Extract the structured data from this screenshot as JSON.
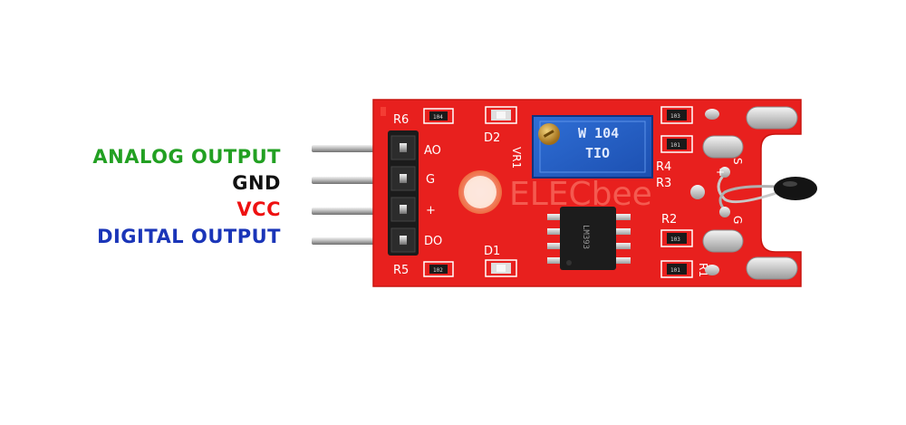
{
  "labels": [
    {
      "text": "ANALOG OUTPUT",
      "color": "#22a022"
    },
    {
      "text": "GND",
      "color": "#111111"
    },
    {
      "text": "VCC",
      "color": "#ee1111"
    },
    {
      "text": "DIGITAL OUTPUT",
      "color": "#1a35b8"
    }
  ],
  "board": {
    "pcb_color": "#e8201e",
    "pin_labels": {
      "ao": "AO",
      "g": "G",
      "plus": "+",
      "do": "DO"
    },
    "refs": {
      "r6": "R6",
      "r5": "R5",
      "d2": "D2",
      "d1": "D1",
      "vr1": "VR1",
      "r4": "R4",
      "r3": "R3",
      "r2": "R2",
      "r1": "R1"
    },
    "resistor_codes": {
      "r6": "104",
      "r5": "102",
      "r4": "101",
      "r3": "103",
      "r2": "103",
      "r1": "101"
    },
    "pot_text": {
      "line1": "W 104",
      "line2": "TIO"
    },
    "chip_text": "LM393",
    "sensor_labels": {
      "s": "S",
      "g": "G"
    },
    "watermark": "ELECbee"
  }
}
